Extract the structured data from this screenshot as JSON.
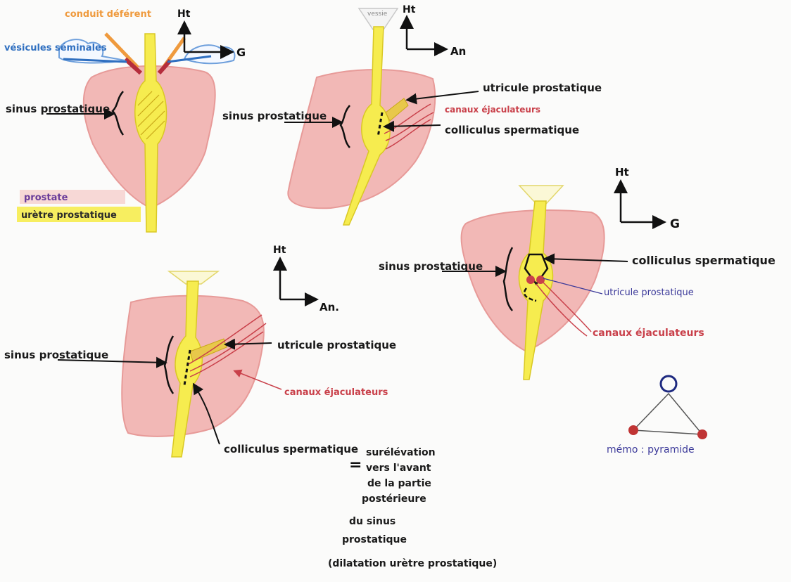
{
  "legend": {
    "prostate_label": "prostate",
    "uretre_label": "urètre prostatique",
    "colors": {
      "prostate": "#f2b8b6",
      "uretre": "#f6ec4f",
      "deferent": "#ef9a3d",
      "vesicule": "#2f6fc0",
      "canaux": "#c9404a",
      "utricule_purple": "#3c3a9a"
    }
  },
  "diagram1": {
    "conduit": "conduit déférent",
    "vesicules": "vésicules séminales",
    "sinus": "sinus prostatique",
    "axis_up": "Ht",
    "axis_right": "G"
  },
  "diagram2": {
    "vessie": "vessie",
    "axis_up": "Ht",
    "axis_right": "An",
    "sinus": "sinus prostatique",
    "utricule": "utricule prostatique",
    "canaux": "canaux éjaculateurs",
    "colliculus": "colliculus spermatique"
  },
  "diagram3": {
    "axis_up": "Ht",
    "axis_right": "G",
    "sinus": "sinus prostatique",
    "colliculus": "colliculus spermatique",
    "utricule": "utricule prostatique",
    "canaux": "canaux éjaculateurs"
  },
  "diagram4": {
    "axis_up": "Ht",
    "axis_right": "An.",
    "sinus": "sinus prostatique",
    "utricule": "utricule prostatique",
    "canaux": "canaux éjaculateurs",
    "colliculus": "colliculus spermatique",
    "definition": [
      "surélévation",
      "vers l'avant",
      "de la partie",
      "postérieure",
      "du sinus",
      "prostatique",
      "(dilatation urètre prostatique)"
    ]
  },
  "memo": {
    "label": "mémo : pyramide",
    "apex": "O"
  }
}
